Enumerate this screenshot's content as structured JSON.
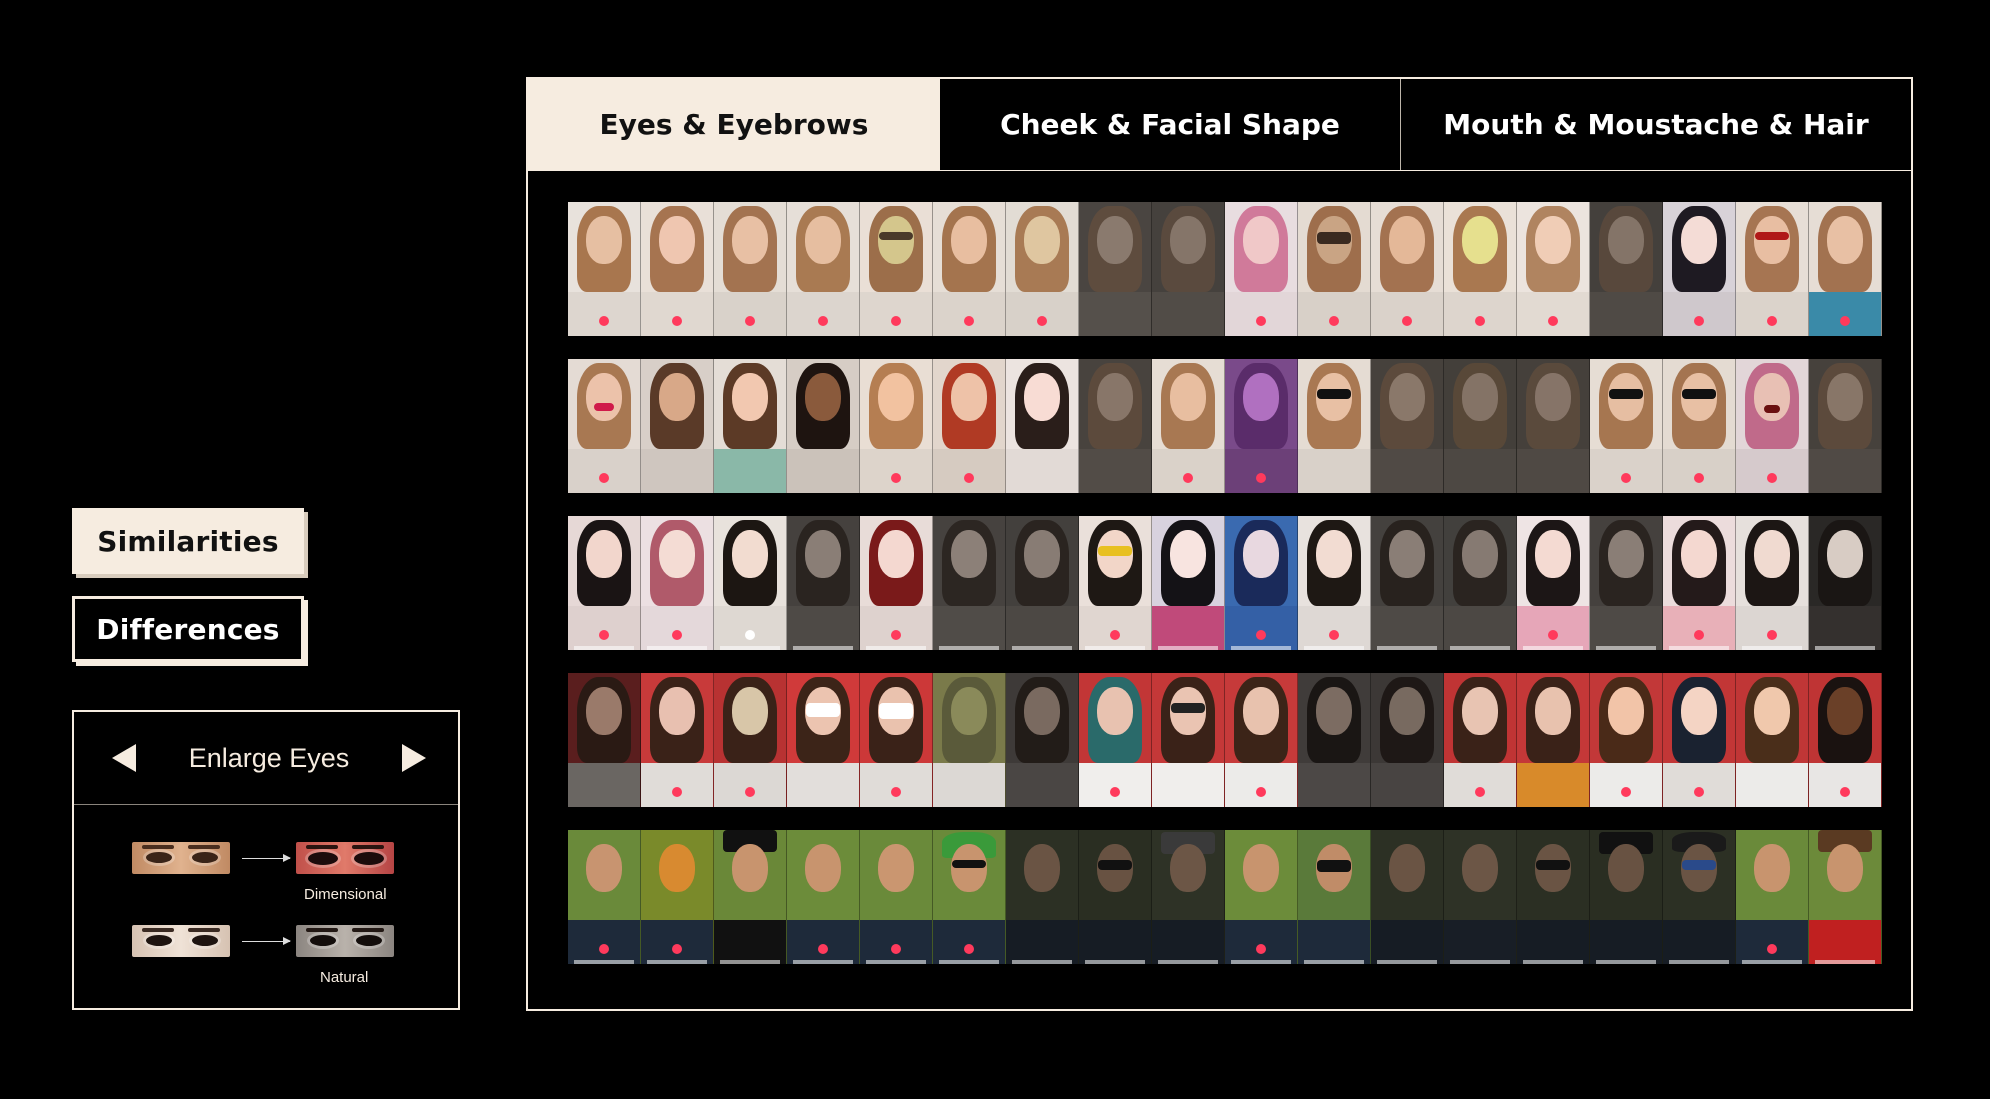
{
  "sidebar": {
    "similarities_label": "Similarities",
    "differences_label": "Differences"
  },
  "feature": {
    "title": "Enlarge Eyes",
    "example_1_label": "Dimensional",
    "example_2_label": "Natural"
  },
  "tabs": [
    {
      "label": "Eyes & Eyebrows",
      "active": true
    },
    {
      "label": "Cheek & Facial Shape",
      "active": false
    },
    {
      "label": "Mouth & Moustache & Hair",
      "active": false
    }
  ],
  "colors": {
    "background": "#000000",
    "accent_cream": "#f6ece0",
    "record_button": "#ff3a5c"
  },
  "icons": {
    "prev": "chevron-left-icon",
    "next": "chevron-right-icon"
  }
}
